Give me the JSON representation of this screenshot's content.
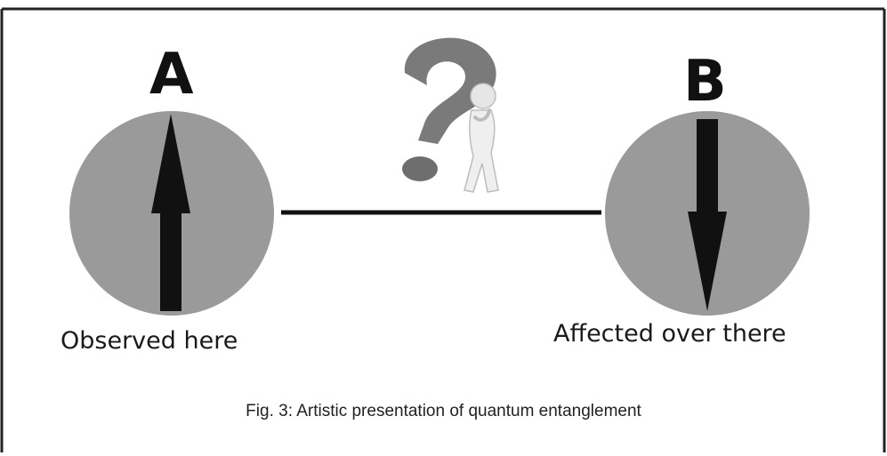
{
  "diagram": {
    "label_a": "A",
    "label_b": "B",
    "caption_a": "Observed here",
    "caption_b": "Affected over there",
    "figure_caption": "Fig. 3: Artistic presentation of quantum entanglement"
  },
  "colors": {
    "circle_fill": "#9a9a9a",
    "arrow": "#111111",
    "line": "#111111",
    "frame": "#222222",
    "question_mark": "#7a7a7a"
  },
  "icons": {
    "thinker": "question-mark-figure-icon"
  }
}
